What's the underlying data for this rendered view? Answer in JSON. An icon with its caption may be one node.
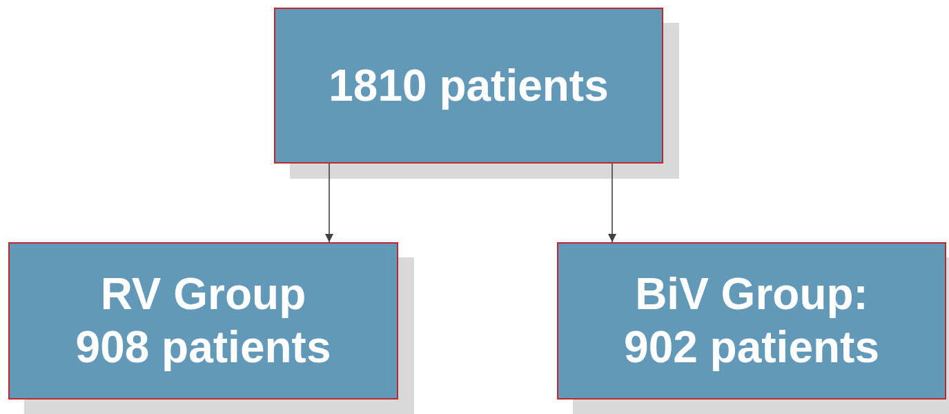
{
  "diagram": {
    "nodes": [
      {
        "text": [
          "1810 patients"
        ]
      },
      {
        "text": [
          "RV Group",
          "908 patients"
        ]
      },
      {
        "text": [
          "BiV Group:",
          "902 patients"
        ]
      }
    ],
    "edges": [
      {
        "from": 0,
        "to": 1,
        "arrow": "to"
      },
      {
        "from": 0,
        "to": 2,
        "arrow": "to"
      }
    ]
  }
}
